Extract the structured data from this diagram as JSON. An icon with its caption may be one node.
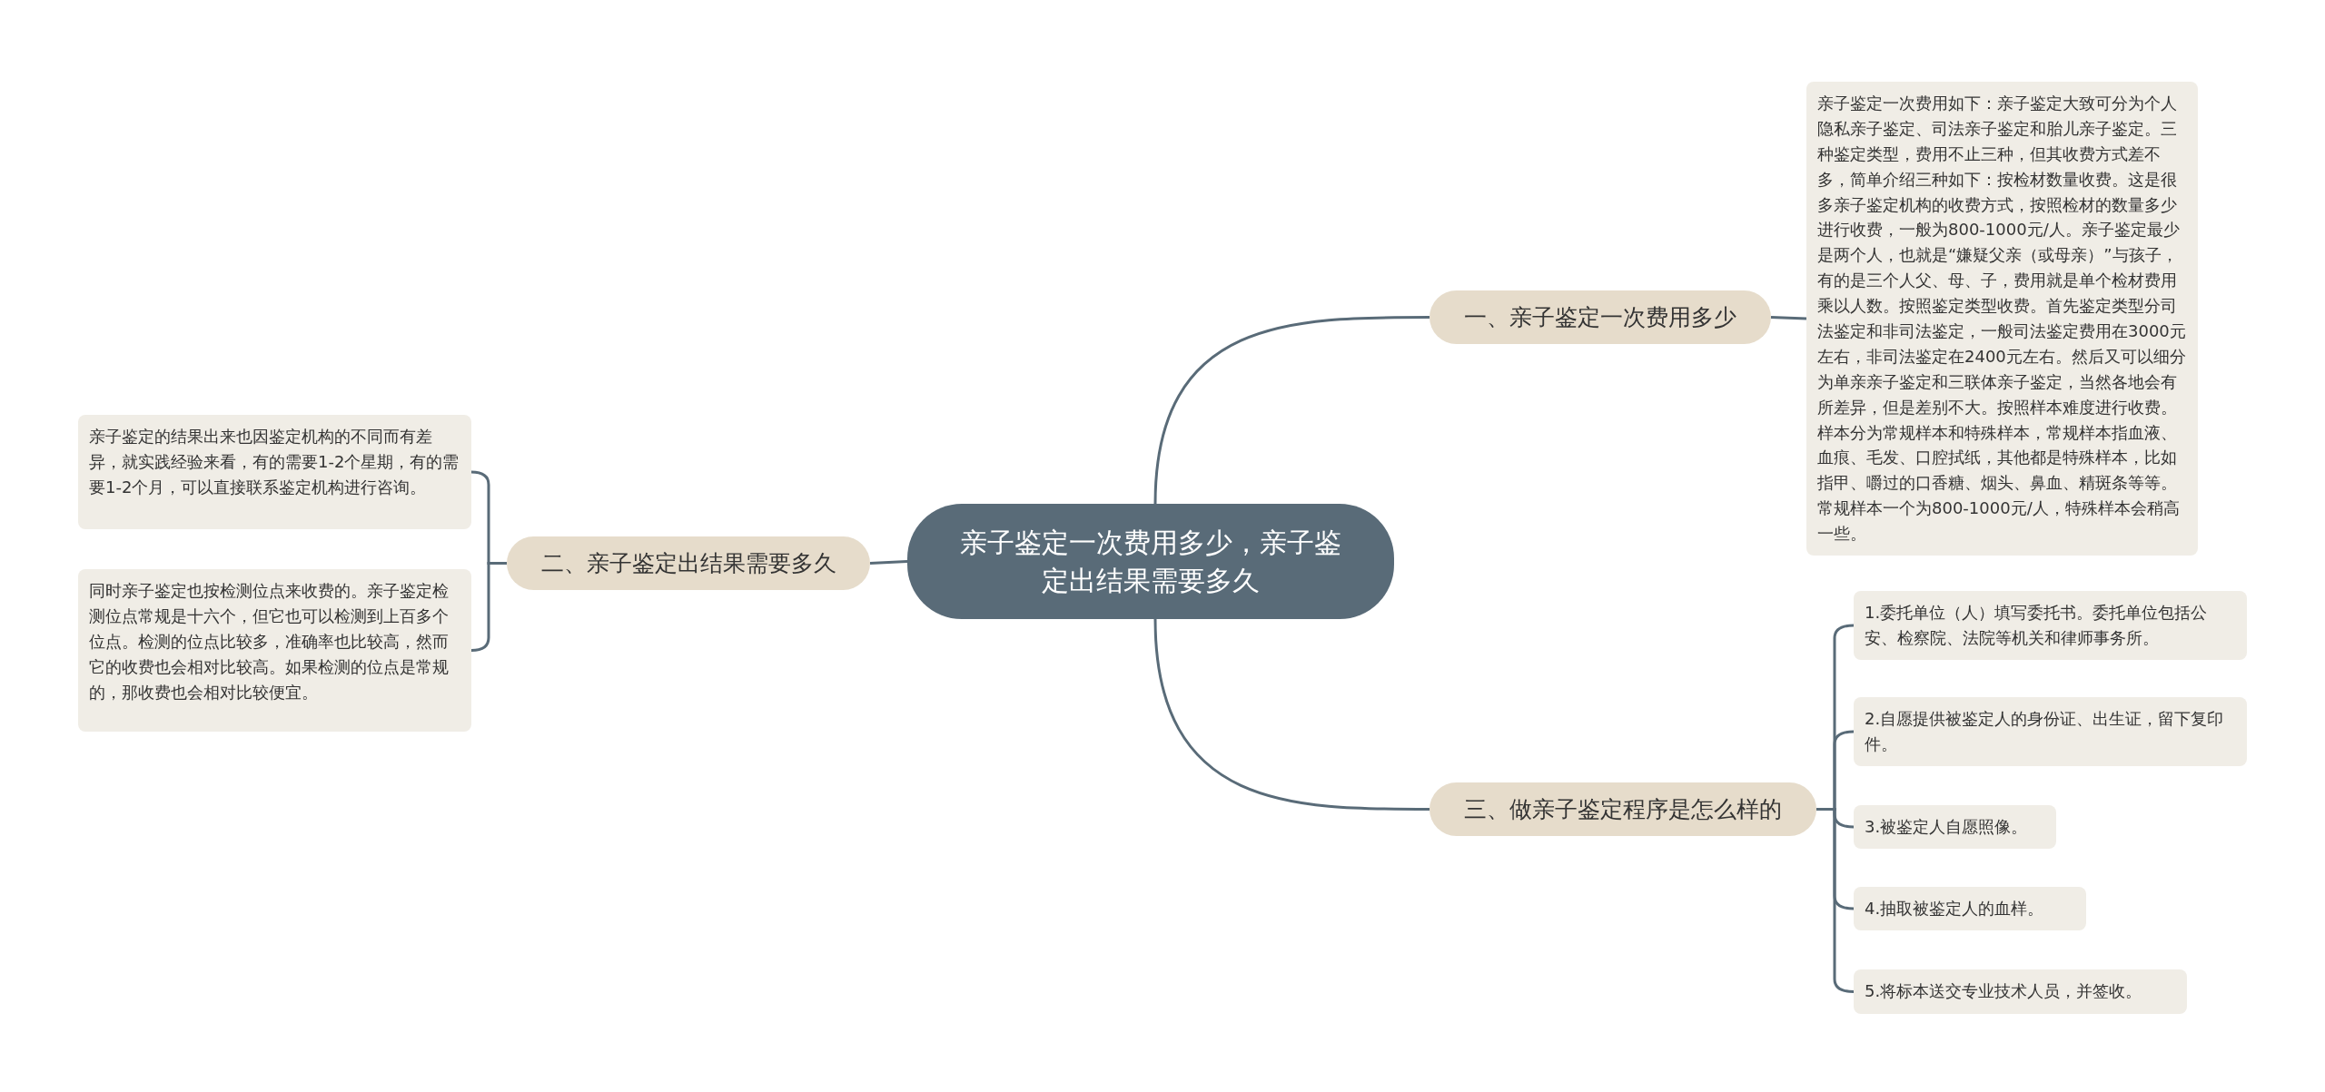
{
  "diagram": {
    "nodes": [
      {
        "text": [
          "亲子鉴定一次费用多少，亲子鉴定出结果需要多久"
        ]
      },
      {
        "text": [
          "一、亲子鉴定一次费用多少"
        ]
      },
      {
        "text": [
          "亲子鉴定一次费用如下：亲子鉴定大致可分为个人隐私亲子鉴定、司法亲子鉴定和胎儿亲子鉴定。三种鉴定类型，费用不止三种，但其收费方式差不多，简单介绍三种如下：按检材数量收费。这是很多亲子鉴定机构的收费方式，按照检材的数量多少进行收费，一般为800-1000元/人。亲子鉴定最少是两个人，也就是“嫌疑父亲（或母亲）”与孩子，有的是三个人父、母、子，费用就是单个检材费用乘以人数。按照鉴定类型收费。首先鉴定类型分司法鉴定和非司法鉴定，一般司法鉴定费用在3000元左右，非司法鉴定在2400元左右。然后又可以细分为单亲亲子鉴定和三联体亲子鉴定，当然各地会有所差异，但是差别不大。按照样本难度进行收费。样本分为常规样本和特殊样本，常规样本指血液、血痕、毛发、口腔拭纸，其他都是特殊样本，比如指甲、嚼过的口香糖、烟头、鼻血、精斑条等等。常规样本一个为800-1000元/人，特殊样本会稍高一些。"
        ]
      },
      {
        "text": [
          "二、亲子鉴定出结果需要多久"
        ]
      },
      {
        "text": [
          "亲子鉴定的结果出来也因鉴定机构的不同而有差异，就实践经验来看，有的需要1-2个星期，有的需要1-2个月，可以直接联系鉴定机构进行咨询。"
        ]
      },
      {
        "text": [
          "同时亲子鉴定也按检测位点来收费的。亲子鉴定检测位点常规是十六个，但它也可以检测到上百多个位点。检测的位点比较多，准确率也比较高，然而它的收费也会相对比较高。如果检测的位点是常规的，那收费也会相对比较便宜。"
        ]
      },
      {
        "text": [
          "三、做亲子鉴定程序是怎么样的"
        ]
      },
      {
        "text": [
          "1.委托单位（人）填写委托书。委托单位包括公安、检察院、法院等机关和律师事务所。"
        ]
      },
      {
        "text": [
          "2.自愿提供被鉴定人的身份证、出生证，留下复印件。"
        ]
      },
      {
        "text": [
          "3.被鉴定人自愿照像。"
        ]
      },
      {
        "text": [
          "4.抽取被鉴定人的血样。"
        ]
      },
      {
        "text": [
          "5.将标本送交专业技术人员，并签收。"
        ]
      }
    ],
    "edges": [
      {
        "from": 0,
        "to": 1,
        "arrow": "none"
      },
      {
        "from": 1,
        "to": 2,
        "arrow": "none"
      },
      {
        "from": 0,
        "to": 3,
        "arrow": "none"
      },
      {
        "from": 3,
        "to": 4,
        "arrow": "none"
      },
      {
        "from": 3,
        "to": 5,
        "arrow": "none"
      },
      {
        "from": 0,
        "to": 6,
        "arrow": "none"
      },
      {
        "from": 6,
        "to": 7,
        "arrow": "none"
      },
      {
        "from": 6,
        "to": 8,
        "arrow": "none"
      },
      {
        "from": 6,
        "to": 9,
        "arrow": "none"
      },
      {
        "from": 6,
        "to": 10,
        "arrow": "none"
      },
      {
        "from": 6,
        "to": 11,
        "arrow": "none"
      }
    ]
  }
}
